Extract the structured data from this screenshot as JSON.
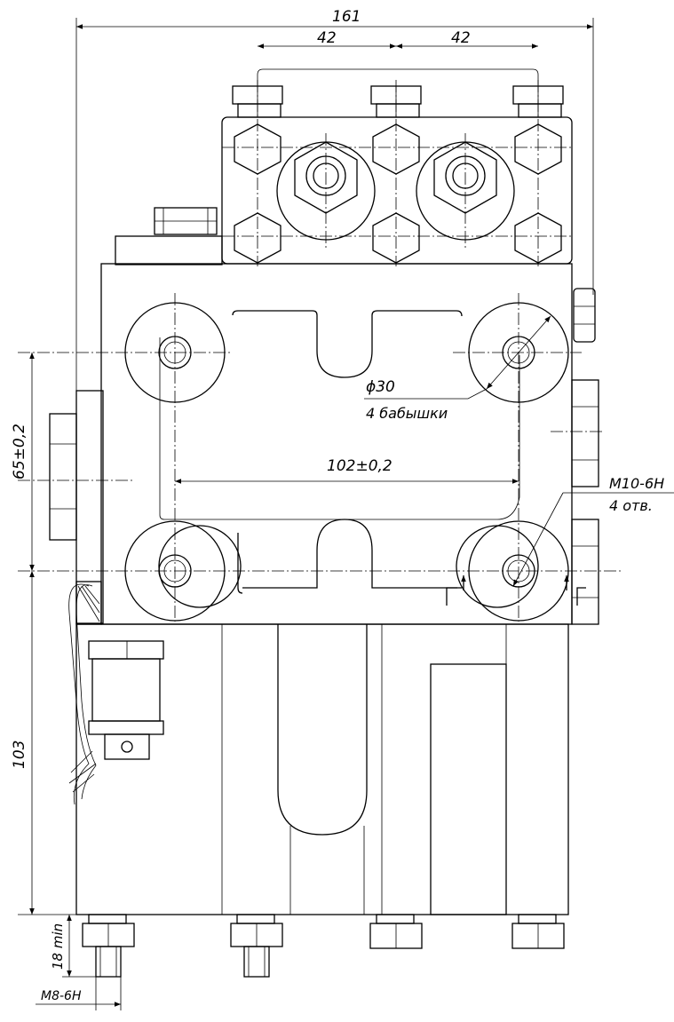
{
  "dimensions": {
    "overall_width": "161",
    "bolt_pitch_left": "42",
    "bolt_pitch_right": "42",
    "boss_spacing": "102±0,2",
    "vertical_spacing": "65±0,2",
    "lower_height": "103",
    "stud_min_length": "18 min",
    "stud_thread": "M8-6H"
  },
  "callouts": {
    "boss_diameter": "ϕ30",
    "boss_note": "4 бабышки",
    "hole_thread": "M10-6H",
    "hole_count": "4 отв."
  }
}
